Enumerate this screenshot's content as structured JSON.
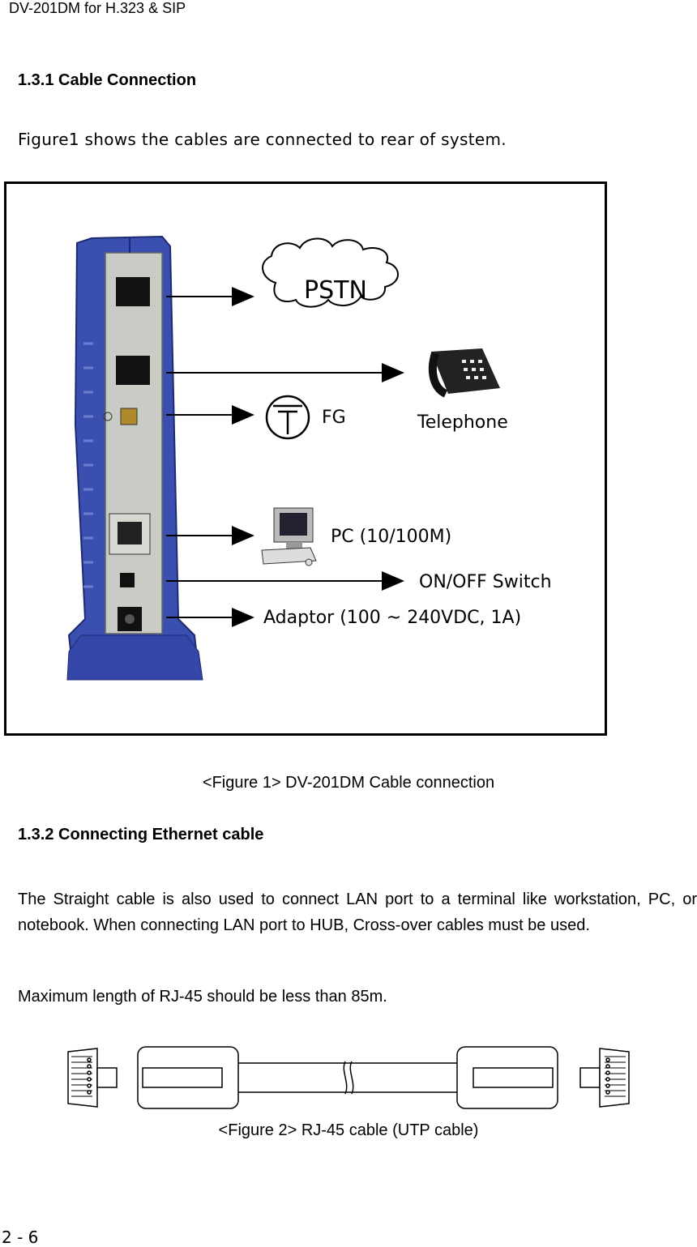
{
  "header": {
    "title": "DV-201DM for H.323 & SIP"
  },
  "section1": {
    "heading": "1.3.1 Cable Connection",
    "intro": "Figure1 shows the cables are connected to rear of system."
  },
  "figure1": {
    "labels": {
      "pstn": "PSTN",
      "fg": "FG",
      "telephone": "Telephone",
      "pc": "PC (10/100M)",
      "switch": "ON/OFF Switch",
      "adaptor": "Adaptor (100 ~ 240VDC, 1A)"
    },
    "caption": "<Figure 1> DV-201DM Cable connection"
  },
  "section2": {
    "heading": "1.3.2 Connecting Ethernet cable",
    "paragraph1": "The Straight cable is also used to connect LAN port to a terminal like workstation, PC, or notebook. When connecting LAN port to HUB, Cross-over cables must be used.",
    "paragraph2": "Maximum length of RJ-45 should be less than 85m."
  },
  "figure2": {
    "caption": "<Figure 2> RJ-45 cable (UTP cable)"
  },
  "footer": {
    "page": "2 - 6"
  }
}
